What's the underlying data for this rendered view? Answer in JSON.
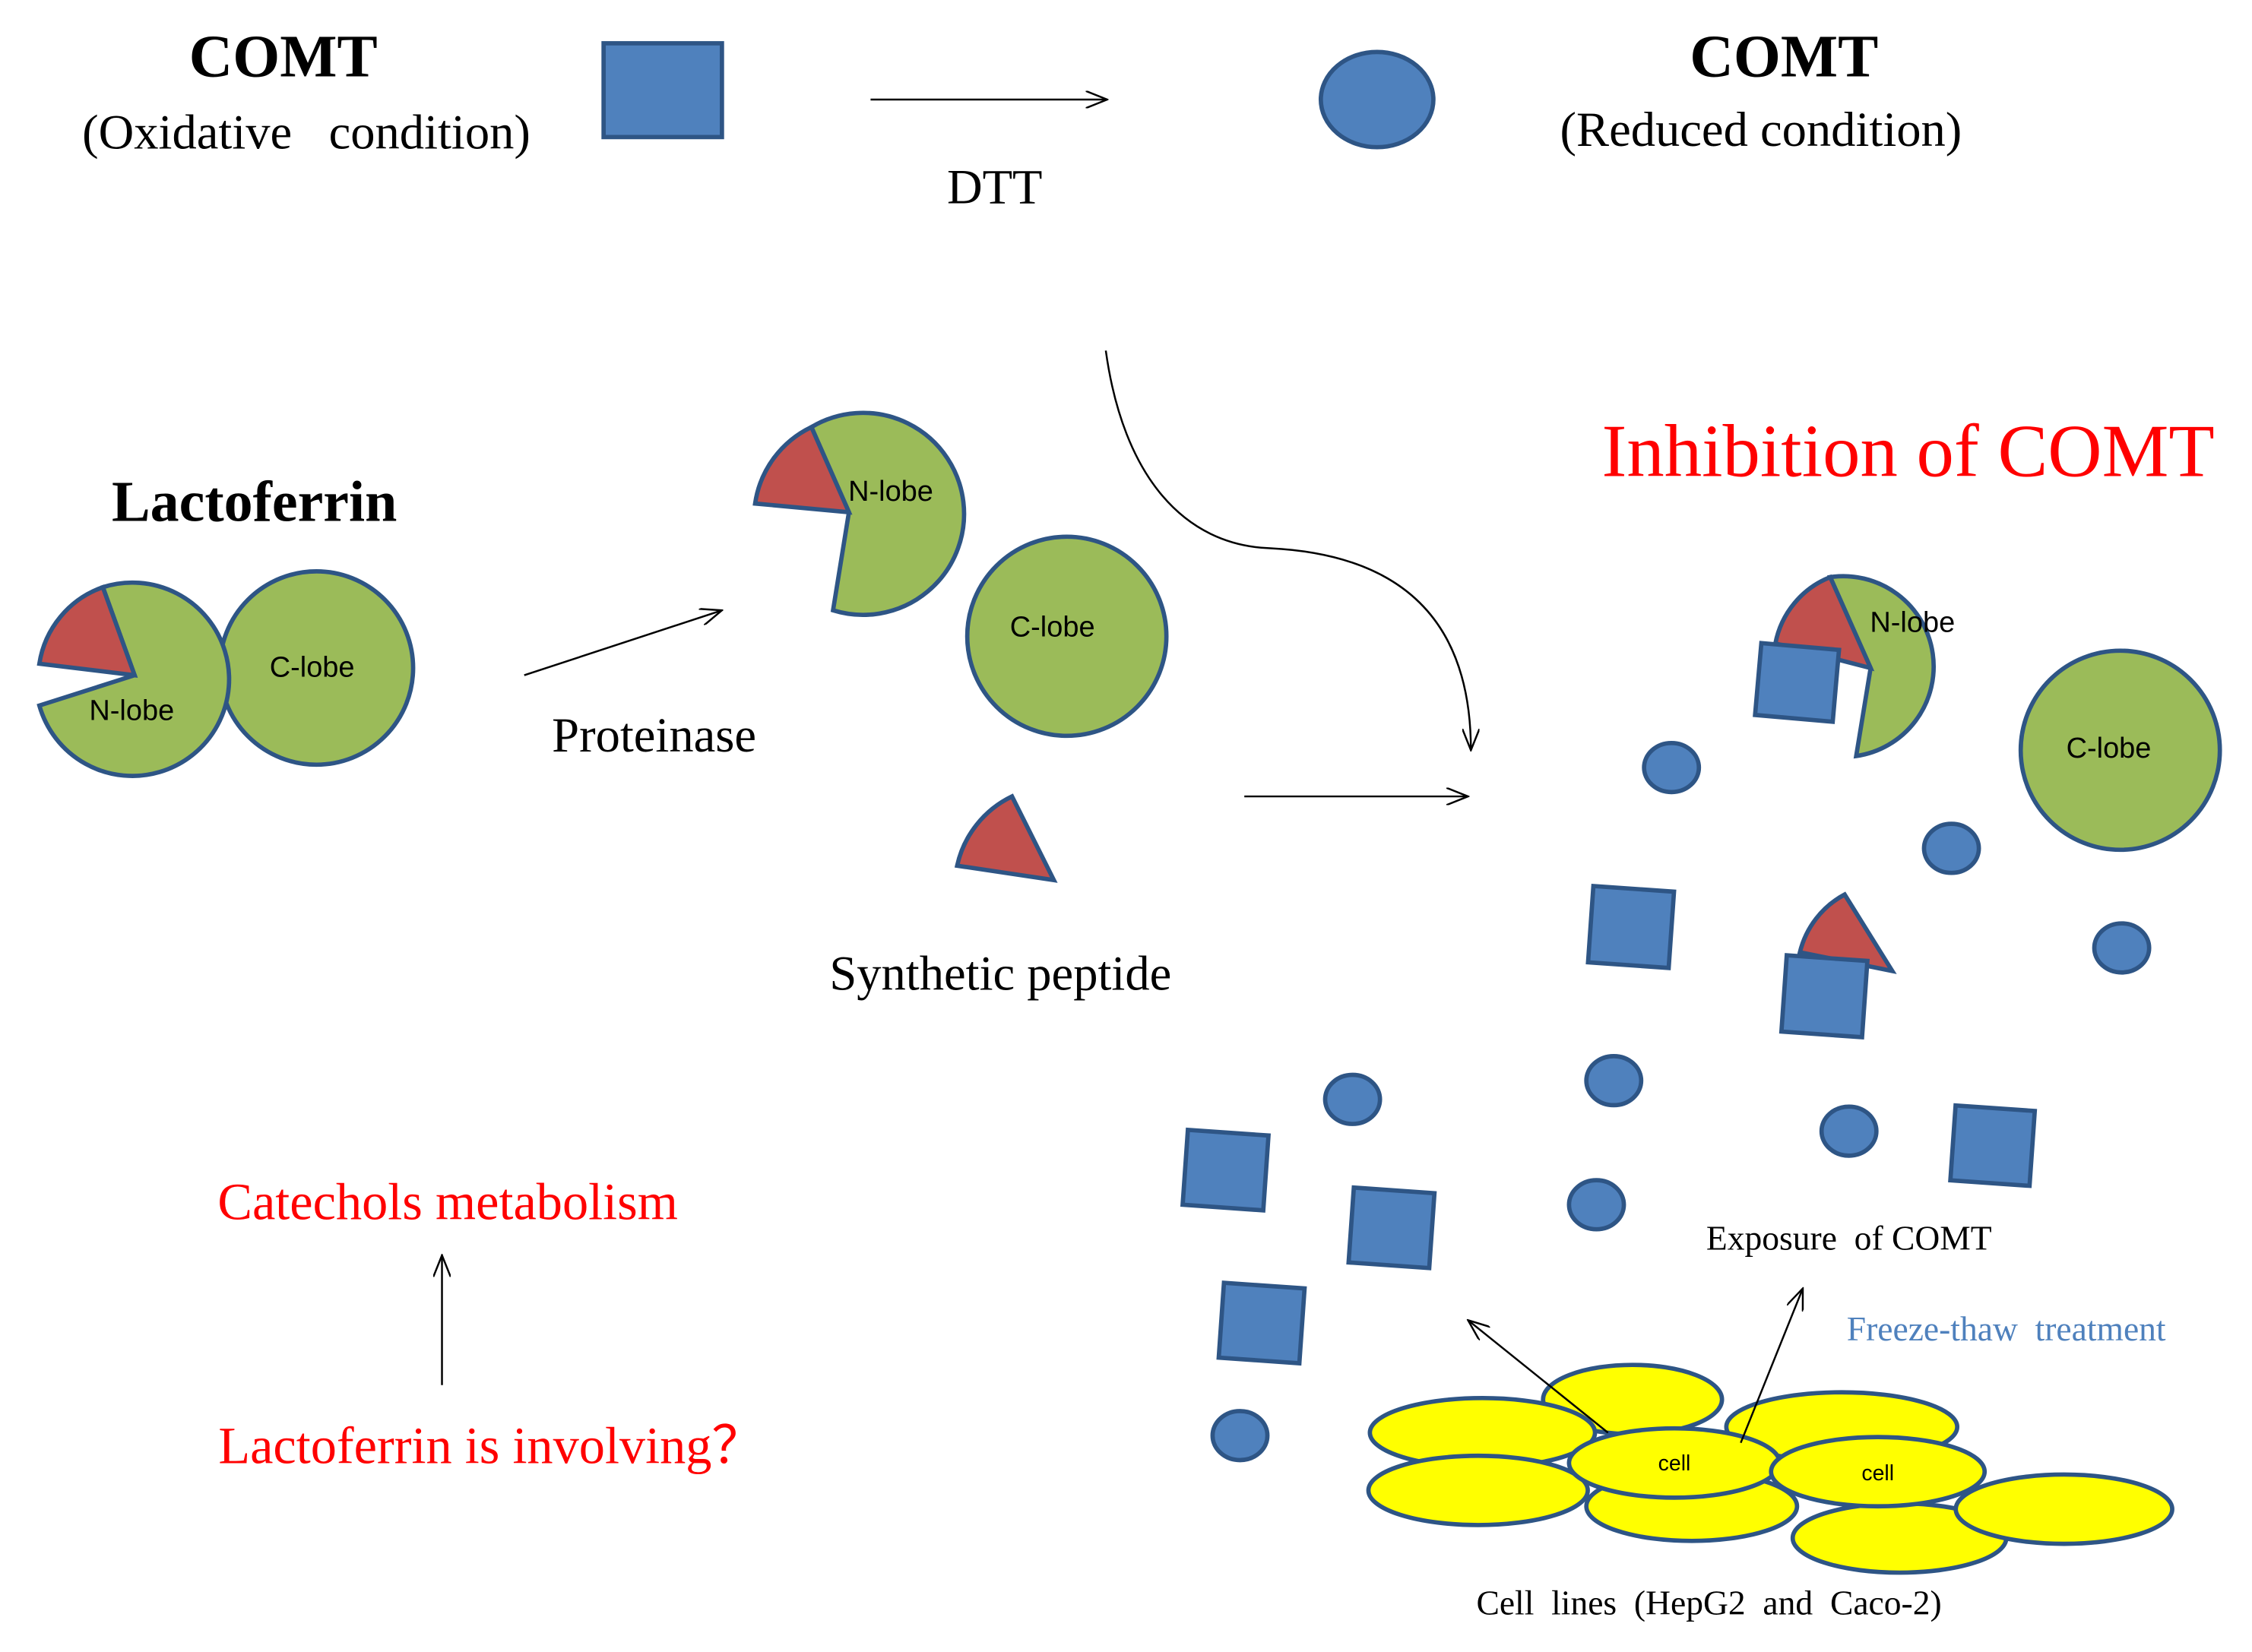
{
  "comt_oxidative": {
    "title": "COMT",
    "condition": "(Oxidative   condition)"
  },
  "comt_reduced": {
    "title": "COMT",
    "condition": "(Reduced condition)"
  },
  "dtt_label": "DTT",
  "lactoferrin_title": "Lactoferrin",
  "lobe_labels": {
    "n_lobe": "N-lobe",
    "c_lobe": "C-lobe"
  },
  "proteinase_label": "Proteinase",
  "synthetic_peptide_label": "Synthetic peptide",
  "inhibition_title": "Inhibition of COMT",
  "catechols_label": "Catechols metabolism",
  "lactoferrin_question": "Lactoferrin is involving？",
  "exposure_label": "Exposure  of COMT",
  "freeze_thaw_label": "Freeze-thaw  treatment",
  "cell_label": "cell",
  "cell_lines_label": "Cell  lines  (HepG2  and  Caco-2)",
  "colors": {
    "blue_shape": "#4f81bd",
    "shape_stroke": "#2e5585",
    "lobe_green": "#9bbb59",
    "peptide_red": "#c0504d",
    "cell_yellow": "#ffff00",
    "red_text": "#ff0000",
    "blue_text": "#4f81bd"
  }
}
